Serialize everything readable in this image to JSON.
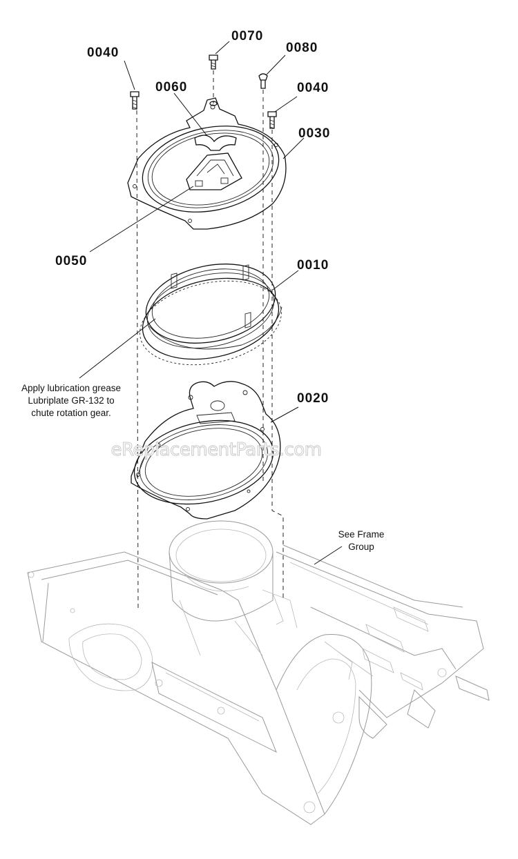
{
  "labels": {
    "p0040a": "0040",
    "p0070": "0070",
    "p0080": "0080",
    "p0060": "0060",
    "p0040b": "0040",
    "p0030": "0030",
    "p0050": "0050",
    "p0010": "0010",
    "p0020": "0020"
  },
  "notes": {
    "lube_line1": "Apply lubrication grease",
    "lube_line2": "Lubriplate GR-132 to",
    "lube_line3": "chute rotation gear.",
    "frame_line1": "See Frame",
    "frame_line2": "Group"
  },
  "watermark": "eReplacementParts.com"
}
